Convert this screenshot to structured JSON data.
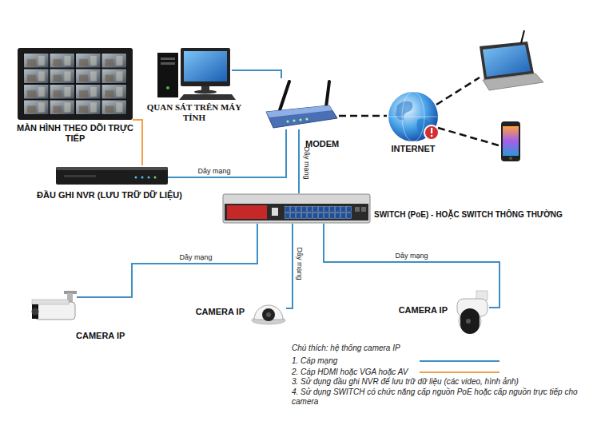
{
  "diagram": {
    "nodes": [
      {
        "text": [
          "MÀN HÌNH THEO DÕI TRỰC TIẾP"
        ]
      },
      {
        "text": [
          "QUAN SÁT TRÊN MÁY TÍNH"
        ]
      },
      {
        "text": [
          "MODEM"
        ]
      },
      {
        "text": [
          "INTERNET"
        ]
      },
      {
        "text": [
          "ĐẦU GHI NVR (LƯU TRỮ DỮ LIỆU)"
        ]
      },
      {
        "text": [
          "SWITCH (PoE) - HOẶC SWITCH THÔNG THƯỜNG"
        ]
      },
      {
        "text": [
          "CAMERA IP"
        ]
      },
      {
        "text": [
          "CAMERA IP"
        ]
      },
      {
        "text": [
          "CAMERA IP"
        ]
      }
    ],
    "edges": [
      {
        "from": 0,
        "to": 4,
        "arrow": "none"
      },
      {
        "from": 1,
        "to": 2,
        "arrow": "none"
      },
      {
        "from": 4,
        "to": 2,
        "label": "Dây mạng",
        "arrow": "none"
      },
      {
        "from": 2,
        "to": 3,
        "arrow": "none"
      },
      {
        "from": 2,
        "to": 5,
        "label": "Dây mạng",
        "arrow": "none"
      },
      {
        "from": 5,
        "to": 6,
        "label": "Dây mạng",
        "arrow": "none"
      },
      {
        "from": 5,
        "to": 7,
        "label": "Dây mạng",
        "arrow": "none"
      },
      {
        "from": 5,
        "to": 8,
        "label": "Dây mạng",
        "arrow": "none"
      }
    ],
    "labels": [
      "Chú thích: hệ thống camera IP",
      "3. Sử dụng đầu ghi NVR để lưu trữ dữ liệu (các video, hình ảnh)",
      "4. Sử dụng SWITCH có chức năng cấp nguồn PoE hoặc cấp nguồn trực tiếp cho camera"
    ],
    "legend": [
      {
        "text": "1. Cáp mạng"
      },
      {
        "text": "2. Cáp HDMI hoặc VGA hoặc AV"
      }
    ]
  }
}
